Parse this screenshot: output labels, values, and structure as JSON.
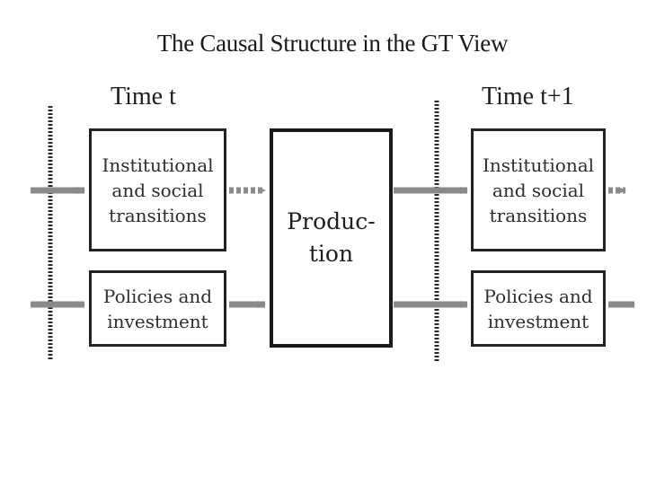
{
  "title": "The Causal Structure in the GT View",
  "time_t": "Time t",
  "time_t1": "Time t+1",
  "boxes": {
    "inst_t": "Institutional\nand social\ntransitions",
    "policy_t": "Policies and\ninvestment",
    "production": "Produc-\ntion",
    "inst_t1": "Institutional\nand social\ntransitions",
    "policy_t1": "Policies and\ninvestment"
  },
  "colors": {
    "arrow": "#8a8a8a",
    "box_border": "#222222",
    "divider": "#2a2a2a"
  }
}
